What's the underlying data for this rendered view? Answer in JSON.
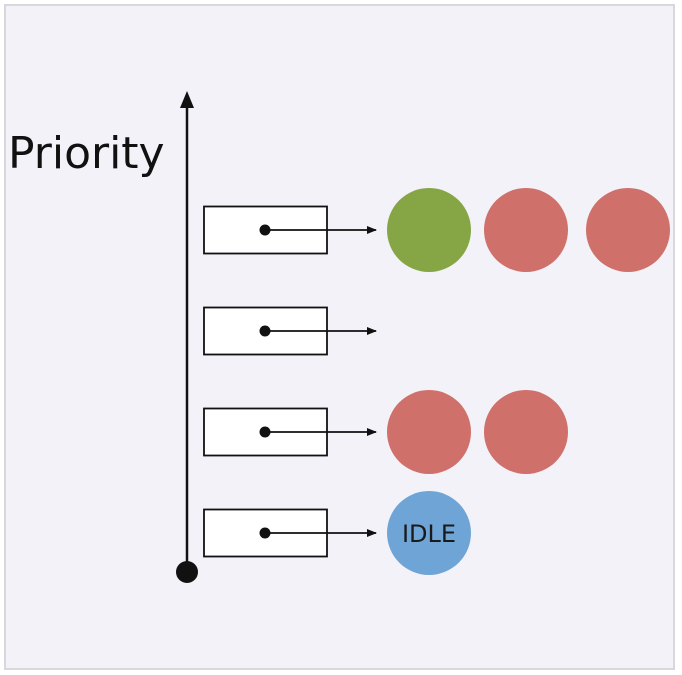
{
  "axis": {
    "label": "Priority"
  },
  "colors": {
    "background": "#f3f2f8",
    "frame_border": "#d7d7dc",
    "line": "#111111",
    "queue_box_fill": "#ffffff",
    "running_task": "#86a646",
    "ready_task": "#cf706b",
    "idle_task": "#6fa5d6"
  },
  "queues": [
    {
      "level": 4,
      "tasks": [
        {
          "state": "running",
          "label": ""
        },
        {
          "state": "ready",
          "label": ""
        },
        {
          "state": "ready",
          "label": ""
        }
      ]
    },
    {
      "level": 3,
      "tasks": []
    },
    {
      "level": 2,
      "tasks": [
        {
          "state": "ready",
          "label": ""
        },
        {
          "state": "ready",
          "label": ""
        }
      ]
    },
    {
      "level": 1,
      "tasks": [
        {
          "state": "idle",
          "label": "IDLE"
        }
      ]
    }
  ]
}
